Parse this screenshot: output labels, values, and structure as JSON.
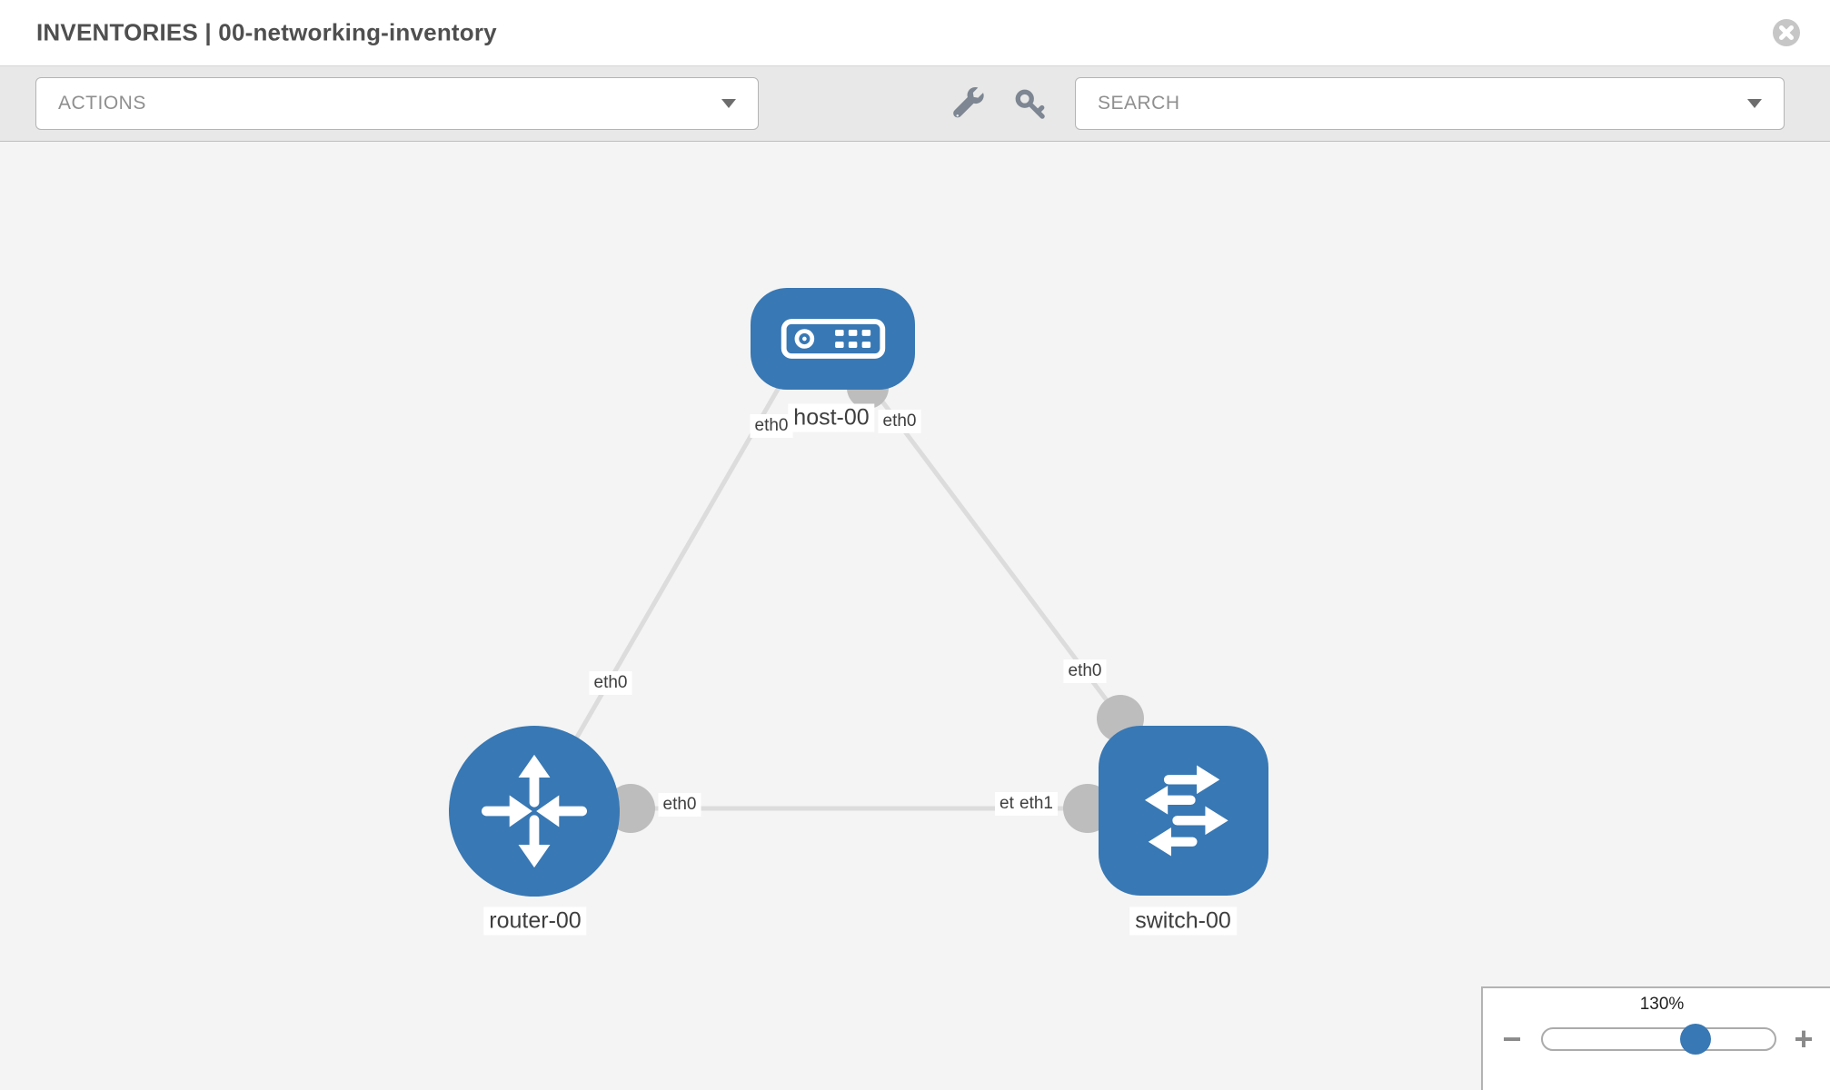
{
  "header": {
    "title": "INVENTORIES | 00-networking-inventory"
  },
  "toolbar": {
    "actions_label": "ACTIONS",
    "search_label": "SEARCH"
  },
  "icons": {
    "wrench": "wrench-icon",
    "key": "key-icon",
    "close": "close-circle-icon",
    "caret": "chevron-down-icon"
  },
  "topology": {
    "nodes": [
      {
        "id": "host-00",
        "label": "host-00",
        "type": "host"
      },
      {
        "id": "router-00",
        "label": "router-00",
        "type": "router"
      },
      {
        "id": "switch-00",
        "label": "switch-00",
        "type": "switch"
      }
    ],
    "links": [
      {
        "from": "host-00",
        "from_interface": "eth0",
        "to": "router-00",
        "to_interface": "eth0"
      },
      {
        "from": "host-00",
        "from_interface": "eth0",
        "to": "switch-00",
        "to_interface": "eth0"
      },
      {
        "from": "router-00",
        "from_interface": "eth0",
        "to": "switch-00",
        "to_interface": "eth1"
      }
    ],
    "interface_labels": {
      "host_to_router_at_host": "eth0",
      "host_to_router_at_router": "eth0",
      "host_to_switch_at_host": "eth0",
      "host_to_switch_at_switch": "eth0",
      "router_to_switch_at_router": "eth0",
      "router_to_switch_at_switch_back": "eth0",
      "router_to_switch_at_switch_front": "eth1"
    }
  },
  "zoom_control": {
    "value_label": "130%",
    "minus_label": "−",
    "plus_label": "+"
  },
  "colors": {
    "node_blue": "#3878b4",
    "link_gray": "#dcdcdc",
    "connector_gray": "#bdbdbd",
    "canvas_bg": "#f4f4f4",
    "toolbar_bg": "#e8e8e8"
  }
}
